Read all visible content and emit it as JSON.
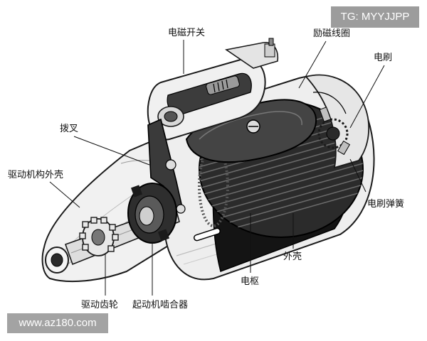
{
  "watermarks": {
    "telegram": "TG: MYYJJPP",
    "website": "www.az180.com"
  },
  "labels": {
    "solenoid_switch": "电磁开关",
    "field_coil": "励磁线圈",
    "brush": "电刷",
    "shift_fork": "拨叉",
    "drive_housing": "驱动机构外壳",
    "brush_spring": "电刷弹簧",
    "outer_casing": "外壳",
    "armature": "电枢",
    "drive_gear": "驱动齿轮",
    "starter_clutch": "起动机啮合器"
  }
}
